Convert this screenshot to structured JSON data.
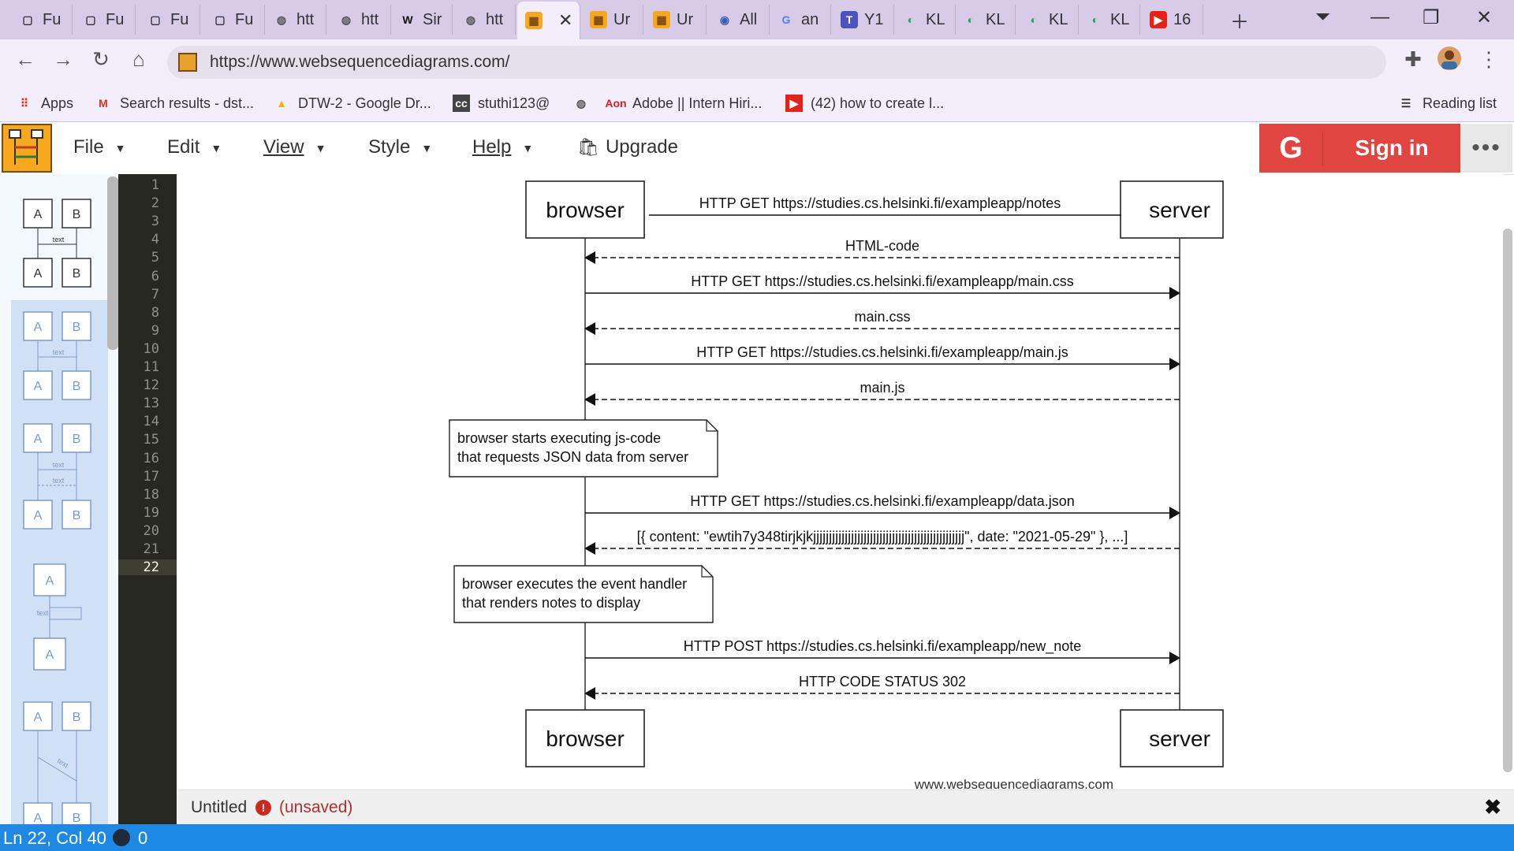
{
  "browser": {
    "tabs": [
      {
        "title": "Fu",
        "icon": "page-icon"
      },
      {
        "title": "Fu",
        "icon": "page-icon"
      },
      {
        "title": "Fu",
        "icon": "page-icon"
      },
      {
        "title": "Fu",
        "icon": "page-icon"
      },
      {
        "title": "htt",
        "icon": "globe-icon"
      },
      {
        "title": "htt",
        "icon": "globe-icon"
      },
      {
        "title": "Sir",
        "icon": "wikipedia-icon"
      },
      {
        "title": "htt",
        "icon": "globe-icon"
      },
      {
        "title": "",
        "icon": "websequencediagrams-icon",
        "active": true
      },
      {
        "title": "Ur",
        "icon": "websequencediagrams-icon"
      },
      {
        "title": "Ur",
        "icon": "websequencediagrams-icon"
      },
      {
        "title": "All",
        "icon": "search-icon"
      },
      {
        "title": "an",
        "icon": "google-icon"
      },
      {
        "title": "Y1",
        "icon": "teams-icon"
      },
      {
        "title": "KL",
        "icon": "kl-icon"
      },
      {
        "title": "KL",
        "icon": "kl-icon"
      },
      {
        "title": "KL",
        "icon": "kl-icon"
      },
      {
        "title": "KL",
        "icon": "kl-icon"
      },
      {
        "title": "16",
        "icon": "youtube-icon"
      }
    ],
    "url": "https://www.websequencediagrams.com/",
    "bookmarks": [
      {
        "label": "Apps",
        "icon": "apps-grid-icon"
      },
      {
        "label": "Search results - dst...",
        "icon": "gmail-icon"
      },
      {
        "label": "DTW-2 - Google Dr...",
        "icon": "google-drive-icon"
      },
      {
        "label": "stuthi123@",
        "icon": "cc-icon"
      },
      {
        "label": "",
        "icon": "globe-icon"
      },
      {
        "label": "Adobe || Intern Hiri...",
        "icon": "aon-icon"
      },
      {
        "label": "(42) how to create l...",
        "icon": "youtube-icon"
      }
    ],
    "reading_list": "Reading list"
  },
  "app": {
    "menus": [
      "File",
      "Edit",
      "View",
      "Style",
      "Help"
    ],
    "upgrade": "Upgrade",
    "signin": "Sign in",
    "signin_g": "G",
    "more": "•••"
  },
  "templates": [
    {
      "type": "pair",
      "label": "text"
    },
    {
      "type": "pair",
      "label": "text"
    },
    {
      "type": "pair-double",
      "labels": [
        "text",
        "text"
      ]
    },
    {
      "type": "self",
      "label": "text"
    },
    {
      "type": "diagonal",
      "label": "text"
    }
  ],
  "editor": {
    "lines": [
      "1",
      "2",
      "3",
      "4",
      "5",
      "6",
      "7",
      "8",
      "9",
      "10",
      "11",
      "12",
      "13",
      "14",
      "15",
      "16",
      "17",
      "18",
      "19",
      "20",
      "21",
      "22"
    ],
    "current_line": "22"
  },
  "diagram": {
    "participants": [
      "browser",
      "server"
    ],
    "messages": [
      {
        "text": "HTTP GET https://studies.cs.helsinki.fi/exampleapp/notes",
        "dir": "right",
        "style": "solid"
      },
      {
        "text": "HTML-code",
        "dir": "left",
        "style": "dashed"
      },
      {
        "text": "HTTP GET https://studies.cs.helsinki.fi/exampleapp/main.css",
        "dir": "right",
        "style": "solid"
      },
      {
        "text": "main.css",
        "dir": "left",
        "style": "dashed"
      },
      {
        "text": "HTTP GET https://studies.cs.helsinki.fi/exampleapp/main.js",
        "dir": "right",
        "style": "solid"
      },
      {
        "text": "main.js",
        "dir": "left",
        "style": "dashed"
      },
      {
        "note": [
          "browser starts executing js-code",
          "that requests JSON data from server"
        ]
      },
      {
        "text": "HTTP GET https://studies.cs.helsinki.fi/exampleapp/data.json",
        "dir": "right",
        "style": "solid"
      },
      {
        "text": "[{ content: \"ewtih7y348tirjkjkjjjjjjjjjjjjjjjjjjjjjjjjjjjjjjjjjjjjjjjjjjjjjjjj\", date: \"2021-05-29\" }, ...]",
        "dir": "left",
        "style": "dashed"
      },
      {
        "note": [
          "browser executes the event handler",
          "that renders notes to display"
        ]
      },
      {
        "text": "HTTP POST https://studies.cs.helsinki.fi/exampleapp/new_note",
        "dir": "right",
        "style": "solid"
      },
      {
        "text": "HTTP CODE STATUS 302",
        "dir": "left",
        "style": "dashed"
      }
    ],
    "watermark": "www.websequencediagrams.com"
  },
  "document": {
    "name": "Untitled",
    "warning": "!",
    "status": "(unsaved)",
    "close": "✖"
  },
  "statusbar": {
    "position": "Ln 22, Col 40",
    "count": "0"
  }
}
